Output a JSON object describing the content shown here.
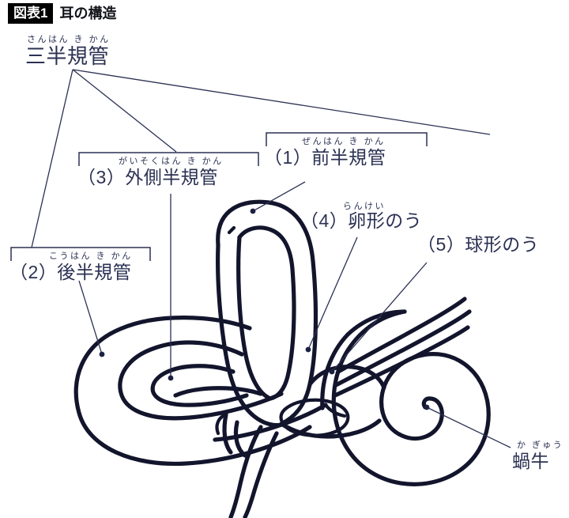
{
  "header": {
    "badge": "図表1",
    "title": "耳の構造"
  },
  "colors": {
    "badge_bg": "#000000",
    "badge_text": "#ffffff",
    "title_text": "#111318",
    "label_text": "#2b3153",
    "anatomy_stroke": "#12152c",
    "leader_stroke": "#2b3153",
    "background": "#ffffff"
  },
  "labels": {
    "group": {
      "text": "三半規管",
      "ruby": "さんはん き かん"
    },
    "item1": {
      "number": "（1）",
      "text": "前半規管",
      "ruby": "ぜんはん き かん"
    },
    "item2": {
      "number": "（2）",
      "text": "後半規管",
      "ruby": "こうはん き かん"
    },
    "item3": {
      "number": "（3）",
      "text": "外側半規管",
      "ruby": "がいそくはん き かん"
    },
    "item4": {
      "number": "（4）",
      "text": "卵形のう",
      "ruby": "らんけい"
    },
    "item5": {
      "number": "（5）",
      "text": "球形のう",
      "ruby": ""
    },
    "cochlea": {
      "text": "蝸牛",
      "ruby": "か ぎゅう"
    }
  }
}
